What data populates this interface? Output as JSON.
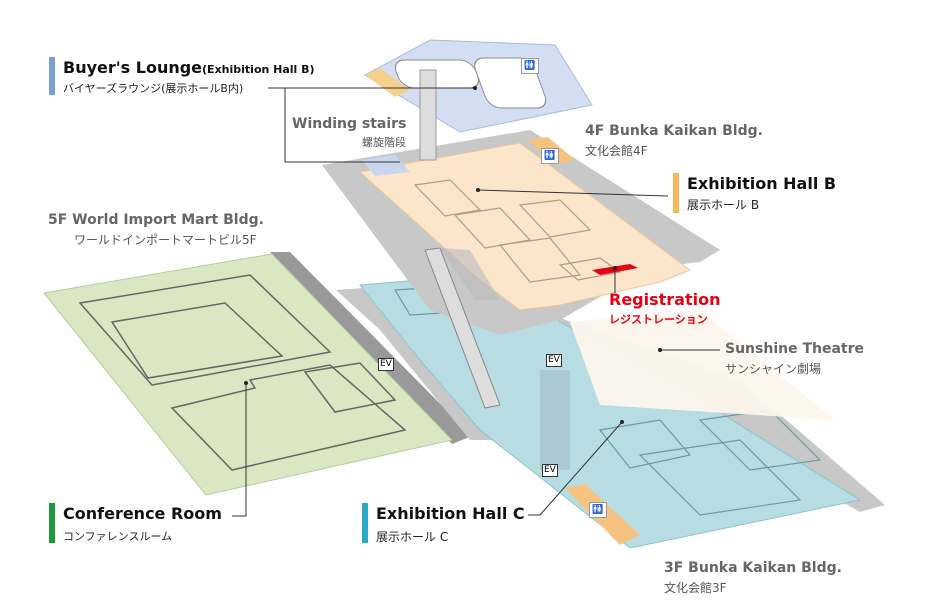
{
  "labels": {
    "buyers_lounge": {
      "title": "Buyer's Lounge",
      "suffix": "(Exhibition Hall B)",
      "jp": "バイヤーズラウンジ(展示ホールB内)"
    },
    "winding_stairs": {
      "title": "Winding stairs",
      "jp": "螺旋階段"
    },
    "bunka_4f": {
      "title": "4F Bunka Kaikan Bldg.",
      "jp": "文化会館4F"
    },
    "exhibition_hall_b": {
      "title": "Exhibition Hall B",
      "jp": "展示ホール B"
    },
    "world_import_5f": {
      "title": "5F World Import Mart Bldg.",
      "jp": "ワールドインポートマートビル5F"
    },
    "registration": {
      "title": "Registration",
      "jp": "レジストレーション"
    },
    "sunshine_theatre": {
      "title": "Sunshine Theatre",
      "jp": "サンシャイン劇場"
    },
    "conference_room": {
      "title": "Conference Room",
      "jp": "コンファレンスルーム"
    },
    "exhibition_hall_c": {
      "title": "Exhibition Hall C",
      "jp": "展示ホール C"
    },
    "bunka_3f": {
      "title": "3F Bunka Kaikan Bldg.",
      "jp": "文化会館3F"
    }
  },
  "ev_label": "EV",
  "restroom_icon": "restroom-icon",
  "colors": {
    "lounge": "#7a9fd4",
    "hall_b": "#f5b85a",
    "conference": "#1a9a3a",
    "hall_c": "#2aa8c8",
    "registration": "#e60012"
  }
}
